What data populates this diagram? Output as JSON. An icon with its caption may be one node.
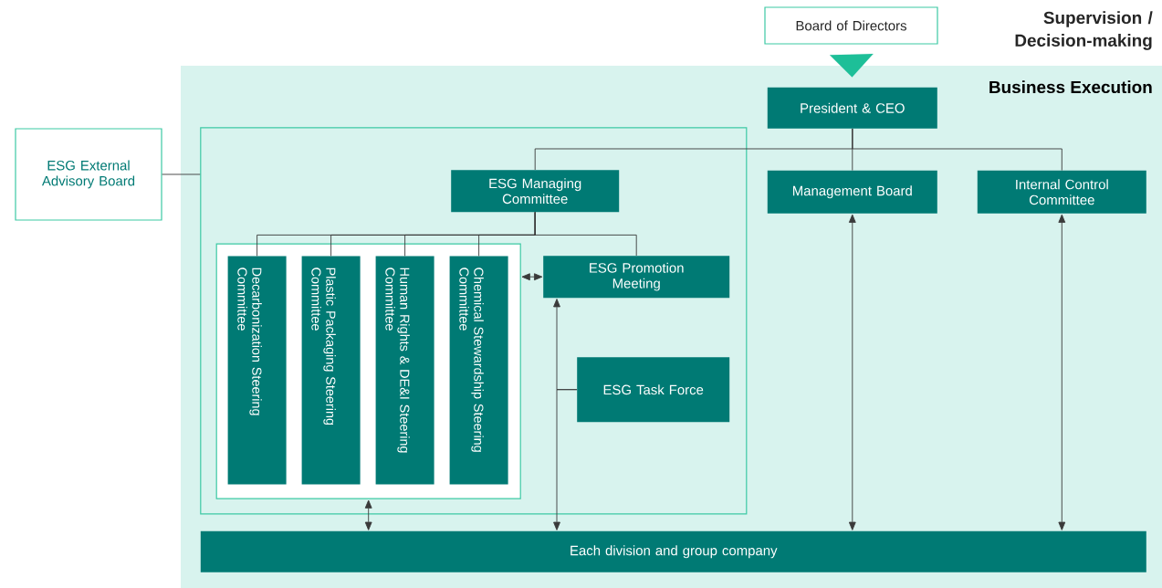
{
  "diagram": {
    "nodes": [
      {
        "text": [
          "Board of Directors"
        ]
      },
      {
        "text": [
          "Business Execution"
        ]
      },
      {
        "text": [
          "President & CEO"
        ],
        "in": 1
      },
      {
        "text": [
          "ESG External Advisory Board"
        ]
      },
      {
        "text": [],
        "shape": "box",
        "in": 1
      },
      {
        "text": [
          "ESG Managing Committee"
        ],
        "in": 4
      },
      {
        "text": [],
        "shape": "box",
        "in": 4
      },
      {
        "text": [
          "Decarbonization Steering Committee"
        ],
        "in": 6
      },
      {
        "text": [
          "Plastic Packaging Steering Committee"
        ],
        "in": 6
      },
      {
        "text": [
          "Human Rights & DE&I Steering Committee"
        ],
        "in": 6
      },
      {
        "text": [
          "Chemical Stewardship Steering Committee"
        ],
        "in": 6
      },
      {
        "text": [
          "ESG Promotion Meeting"
        ],
        "in": 4
      },
      {
        "text": [
          "ESG Task Force"
        ],
        "in": 4
      },
      {
        "text": [
          "Management Board"
        ],
        "in": 1
      },
      {
        "text": [
          "Internal Control Committee"
        ],
        "in": 1
      },
      {
        "text": [
          "Each division and group company"
        ],
        "in": 1
      }
    ],
    "edges": [
      {
        "from": 0,
        "to": 2,
        "arrow": "to",
        "style": "thick",
        "color": "#1dbf98"
      },
      {
        "from": 2,
        "to": 5,
        "arrow": "none"
      },
      {
        "from": 2,
        "to": 13,
        "arrow": "none"
      },
      {
        "from": 2,
        "to": 14,
        "arrow": "none"
      },
      {
        "from": 3,
        "to": 4,
        "arrow": "none"
      },
      {
        "from": 5,
        "to": 7,
        "arrow": "none"
      },
      {
        "from": 5,
        "to": 8,
        "arrow": "none"
      },
      {
        "from": 5,
        "to": 9,
        "arrow": "none"
      },
      {
        "from": 5,
        "to": 10,
        "arrow": "none"
      },
      {
        "from": 5,
        "to": 11,
        "arrow": "none"
      },
      {
        "from": 6,
        "to": 11,
        "arrow": "both"
      },
      {
        "from": 6,
        "to": 15,
        "arrow": "both"
      },
      {
        "from": 12,
        "to": 11,
        "arrow": "to"
      },
      {
        "from": 12,
        "to": 15,
        "arrow": "to"
      },
      {
        "from": 13,
        "to": 15,
        "arrow": "both"
      },
      {
        "from": 14,
        "to": 15,
        "arrow": "both"
      }
    ],
    "labels": [
      "Supervision / Decision-making"
    ]
  }
}
